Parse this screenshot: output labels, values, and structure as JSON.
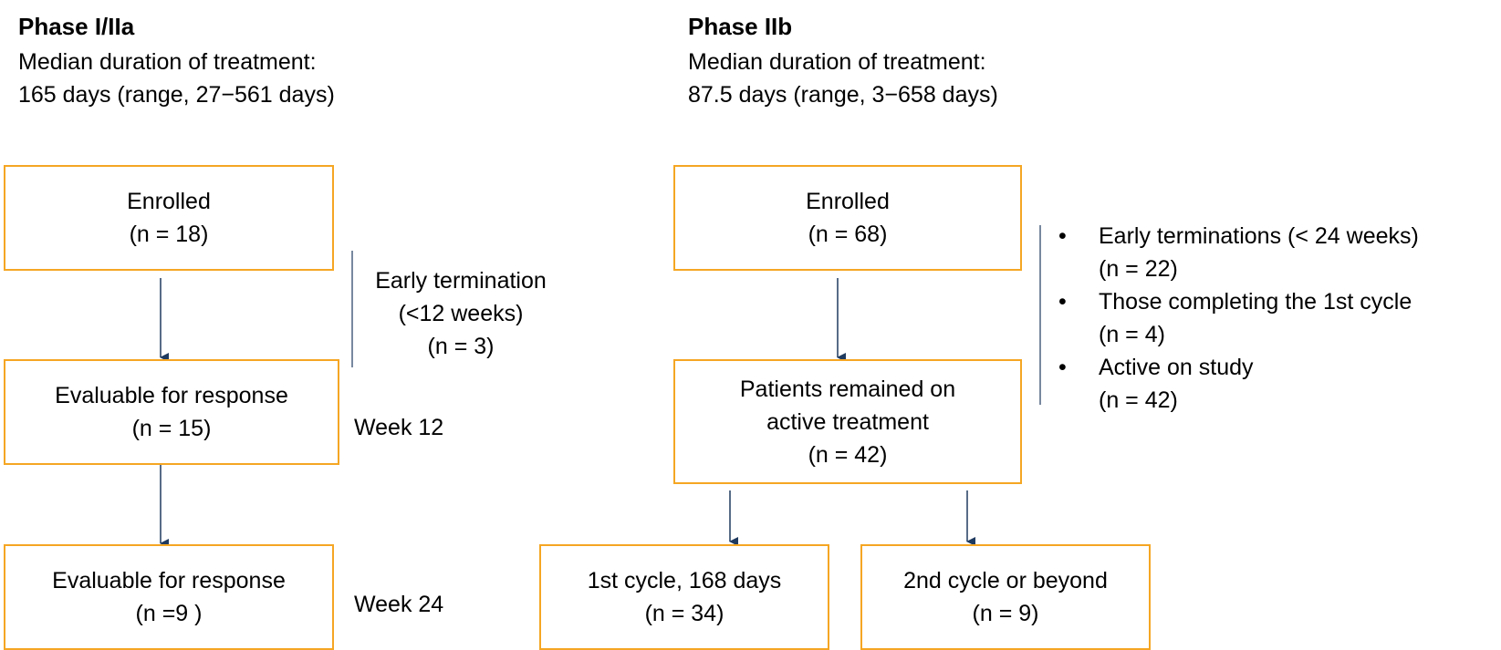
{
  "left": {
    "title": "Phase I/IIa",
    "sub1": "Median duration of treatment:",
    "sub2": "165 days (range, 27−561 days)",
    "box1": {
      "l1": "Enrolled",
      "l2": "(n = 18)"
    },
    "box2": {
      "l1": "Evaluable for response",
      "l2": "(n = 15)"
    },
    "box3": {
      "l1": "Evaluable for response",
      "l2": "(n =9 )"
    },
    "termination": {
      "l1": "Early termination",
      "l2": "(<12 weeks)",
      "l3": "(n = 3)"
    },
    "week12": "Week 12",
    "week24": "Week 24"
  },
  "right": {
    "title": "Phase IIb",
    "sub1": "Median duration of treatment:",
    "sub2": "87.5 days (range, 3−658 days)",
    "box1": {
      "l1": "Enrolled",
      "l2": "(n = 68)"
    },
    "box2": {
      "l1": "Patients remained on",
      "l2": "active treatment",
      "l3": "(n = 42)"
    },
    "box3": {
      "l1": "1st cycle, 168 days",
      "l2": "(n = 34)"
    },
    "box4": {
      "l1": "2nd cycle or beyond",
      "l2": "(n = 9)"
    },
    "bullets": [
      {
        "l1": "Early terminations (< 24 weeks)",
        "l2": "(n = 22)"
      },
      {
        "l1": "Those completing the 1st cycle",
        "l2": "(n = 4)"
      },
      {
        "l1": "Active on study",
        "l2": "(n = 42)"
      }
    ],
    "bullet_glyph": "•"
  },
  "colors": {
    "box_border": "#f5a623",
    "arrow": "#1f3a5f"
  }
}
